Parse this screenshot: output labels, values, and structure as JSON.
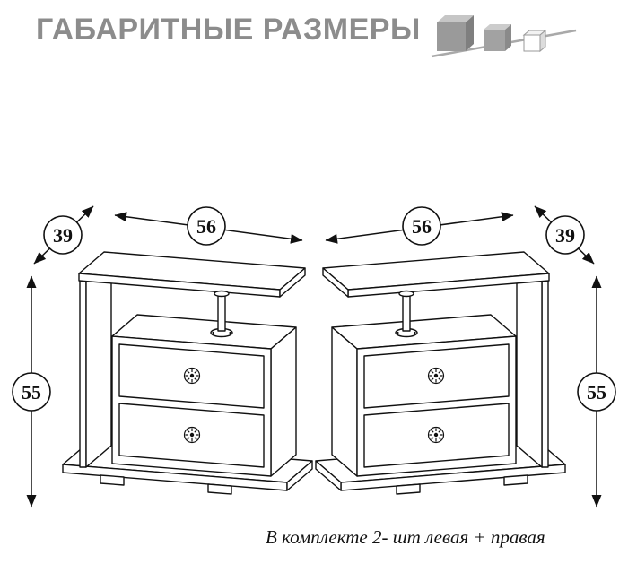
{
  "header": {
    "title": "ГАБАРИТНЫЕ РАЗМЕРЫ",
    "icon": "shrinking-cubes-icon"
  },
  "diagram": {
    "type": "furniture-overall-dimensions",
    "caption": "В комплекте 2- шт левая + правая",
    "units": [
      {
        "position": "left",
        "width_cm": "56",
        "depth_cm": "39",
        "height_cm": "55"
      },
      {
        "position": "right",
        "width_cm": "56",
        "depth_cm": "39",
        "height_cm": "55"
      }
    ]
  },
  "colors": {
    "title": "#8c8c8c",
    "line": "#111111",
    "background": "#ffffff",
    "cube_gray": "#9a9a9a"
  }
}
